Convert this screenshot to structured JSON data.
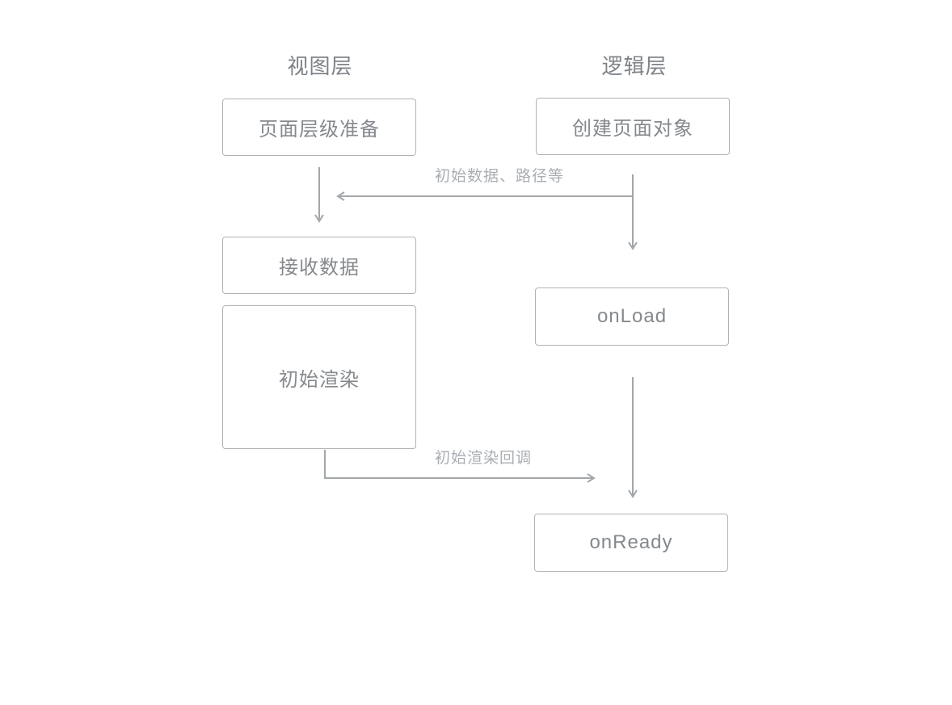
{
  "diagram": {
    "view_layer": {
      "title": "视图层",
      "nodes": {
        "page_prepare": "页面层级准备",
        "receive_data": "接收数据",
        "initial_render": "初始渲染"
      }
    },
    "logic_layer": {
      "title": "逻辑层",
      "nodes": {
        "create_page": "创建页面对象",
        "on_load": "onLoad",
        "on_ready": "onReady"
      }
    },
    "edge_labels": {
      "initial_data": "初始数据、路径等",
      "render_callback": "初始渲染回调"
    },
    "colors": {
      "background": "#ffffff",
      "box_border": "#afb3b6",
      "box_text": "#85898d",
      "title_text": "#7e8388",
      "edge_label_text": "#aaaeb3",
      "arrow": "#a3a7aa"
    }
  }
}
